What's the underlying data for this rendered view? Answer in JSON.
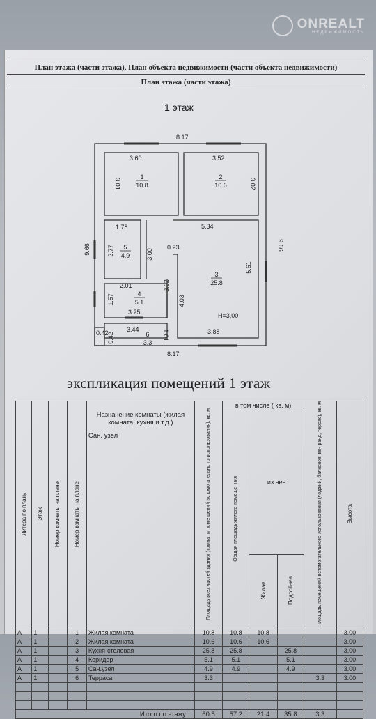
{
  "watermark": {
    "main": "ONREALT",
    "sub": "НЕДВИЖИМОСТЬ"
  },
  "header": {
    "line1": "План этажа (части этажа), План объекта недвижимости (части объекта недвижимости)",
    "line2": "План этажа (части этажа)"
  },
  "plan": {
    "floor_title": "1 этаж",
    "dims": {
      "top_width": "8.17",
      "bottom_width": "8.17",
      "left_height": "9.66",
      "right_height": "9.66",
      "r1_w": "3.60",
      "r1_h": "3.01",
      "r2_w": "3.52",
      "r2_h": "3.02",
      "r5_w": "1.78",
      "r5_h": "2.77",
      "r5_side": "3.00",
      "corr_w": "5.34",
      "corr_gap": "0.23",
      "r3_h": "5.61",
      "r3_side": "4.03",
      "r3_bottom": "3.88",
      "r4_w": "2.01",
      "r4_h": "1.57",
      "r4_side": "3.02",
      "r4_bottom": "3.25",
      "r6_w": "3.44",
      "r6_h": "1.01",
      "r6_a": "0.42",
      "r6_b": "0.42",
      "height": "H=3,00"
    },
    "rooms": [
      {
        "n": "1",
        "area": "10.8"
      },
      {
        "n": "2",
        "area": "10.6"
      },
      {
        "n": "3",
        "area": "25.8"
      },
      {
        "n": "4",
        "area": "5.1"
      },
      {
        "n": "5",
        "area": "4.9"
      },
      {
        "n": "6",
        "area": "3.3"
      }
    ]
  },
  "explication": {
    "title": "экспликация помещений 1 этаж",
    "headers": {
      "litera": "Литера по плану",
      "floor": "Этаж",
      "room_on_plan": "Номер комнаты на плане",
      "room_num": "Номер комнаты на плане",
      "purpose": "Назначение комнаты (жилая комната, кухня и т.д.)",
      "purpose_extra": "Сан. узел",
      "total_area": "Площадь всех частей здания (комнат и поме щений вспомогательно го использования), кв. м",
      "in_total": "в том числе ( кв. м)",
      "common": "Общая площадь жилого помеще- ния",
      "of_which": "из нее",
      "living": "Жилая",
      "aux": "Подсобная",
      "loggia": "Площадь помещений вспомогательного использования (лоджий, балконов, ве- ранд, террас), кв. м",
      "height": "Высота"
    },
    "rows": [
      {
        "lit": "А",
        "fl": "1",
        "num": "1",
        "name": "Жилая комната",
        "total": "10.8",
        "common": "10.8",
        "living": "10.8",
        "aux": "",
        "loggia": "",
        "h": "3.00"
      },
      {
        "lit": "А",
        "fl": "1",
        "num": "2",
        "name": "Жилая комната",
        "total": "10.6",
        "common": "10.6",
        "living": "10.6",
        "aux": "",
        "loggia": "",
        "h": "3.00"
      },
      {
        "lit": "А",
        "fl": "1",
        "num": "3",
        "name": "Кухня-столовая",
        "total": "25.8",
        "common": "25.8",
        "living": "",
        "aux": "25.8",
        "loggia": "",
        "h": "3.00"
      },
      {
        "lit": "А",
        "fl": "1",
        "num": "4",
        "name": "Коридор",
        "total": "5.1",
        "common": "5.1",
        "living": "",
        "aux": "5.1",
        "loggia": "",
        "h": "3.00"
      },
      {
        "lit": "А",
        "fl": "1",
        "num": "5",
        "name": "Сан.узел",
        "total": "4.9",
        "common": "4.9",
        "living": "",
        "aux": "4.9",
        "loggia": "",
        "h": "3.00"
      },
      {
        "lit": "А",
        "fl": "1",
        "num": "6",
        "name": "Терраса",
        "total": "3.3",
        "common": "",
        "living": "",
        "aux": "",
        "loggia": "3.3",
        "h": "3.00"
      }
    ],
    "totals": {
      "label": "Итого по этажу",
      "total": "60.5",
      "common": "57.2",
      "living": "21.4",
      "aux": "35.8",
      "loggia": "3.3"
    }
  }
}
